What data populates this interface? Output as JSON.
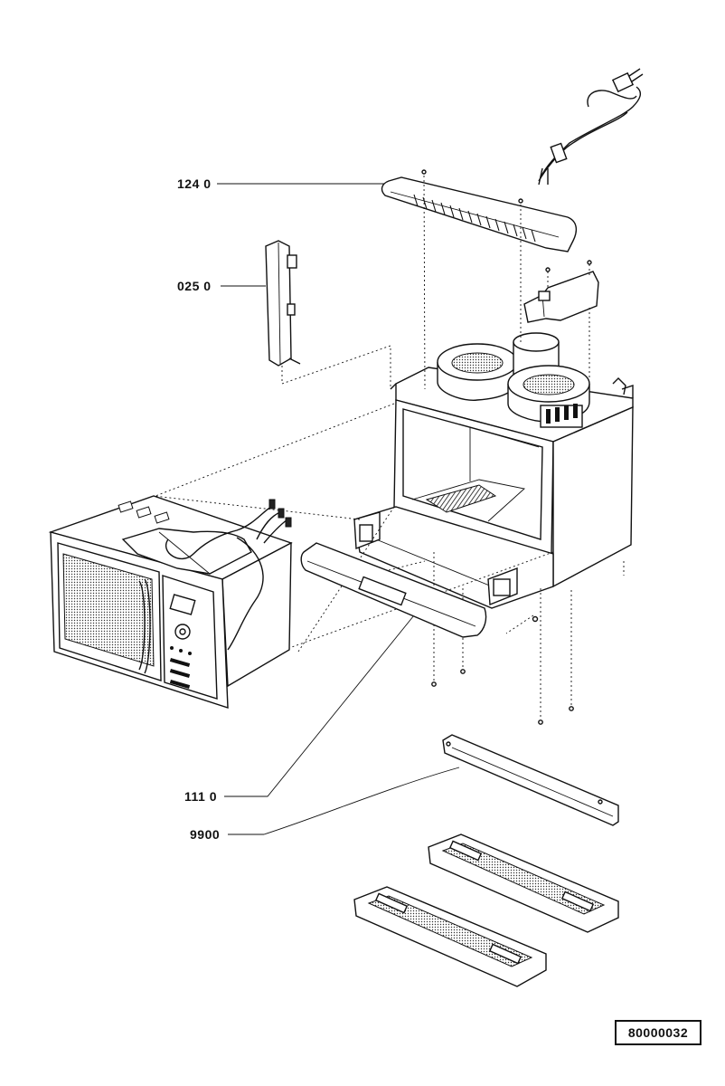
{
  "callouts": {
    "part_1240": "124 0",
    "part_0250": "025 0",
    "part_1110": "111 0",
    "part_9900": "9900"
  },
  "document_number": "80000032"
}
